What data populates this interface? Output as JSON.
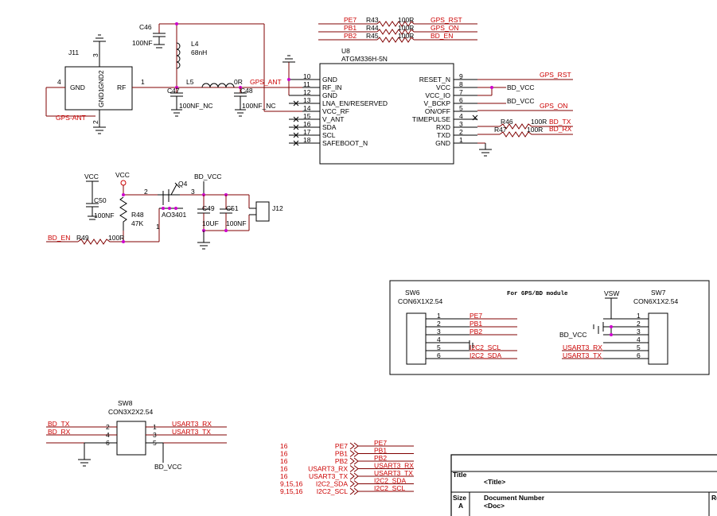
{
  "u8": {
    "ref": "U8",
    "part": "ATGM336H-5N",
    "left_pins": [
      {
        "num": "10",
        "name": "GND"
      },
      {
        "num": "11",
        "name": "RF_IN"
      },
      {
        "num": "12",
        "name": "GND"
      },
      {
        "num": "13",
        "name": "LNA_EN/RESERVED"
      },
      {
        "num": "14",
        "name": "VCC_RF"
      },
      {
        "num": "15",
        "name": "V_ANT"
      },
      {
        "num": "16",
        "name": "SDA"
      },
      {
        "num": "17",
        "name": "SCL"
      },
      {
        "num": "18",
        "name": "SAFEBOOT_N"
      }
    ],
    "right_pins": [
      {
        "num": "9",
        "name": "RESET_N"
      },
      {
        "num": "8",
        "name": "VCC"
      },
      {
        "num": "7",
        "name": "VCC_IO"
      },
      {
        "num": "6",
        "name": "V_BCKP"
      },
      {
        "num": "5",
        "name": "ON/OFF"
      },
      {
        "num": "4",
        "name": "TIMEPULSE"
      },
      {
        "num": "3",
        "name": "RXD"
      },
      {
        "num": "2",
        "name": "TXD"
      },
      {
        "num": "1",
        "name": "GND"
      }
    ]
  },
  "top_res": [
    {
      "pin": "PE7",
      "ref": "R43",
      "val": "100R",
      "net": "GPS_RST"
    },
    {
      "pin": "PB1",
      "ref": "R44",
      "val": "100R",
      "net": "GPS_ON"
    },
    {
      "pin": "PB2",
      "ref": "R45",
      "val": "100R",
      "net": "BD_EN"
    }
  ],
  "j11": {
    "ref": "J11",
    "p_gnd": "GND",
    "p_rf": "RF",
    "p_gnd2": "GND2",
    "p_gnd1": "GND1",
    "n4": "4",
    "n1": "1",
    "n3": "3",
    "n2": "2",
    "net": "GPS-ANT"
  },
  "c46": {
    "ref": "C46",
    "val": "100NF"
  },
  "l4": {
    "ref": "L4",
    "val": "68nH"
  },
  "l5": {
    "ref": "L5",
    "val": "0R"
  },
  "c47": {
    "ref": "C47",
    "val": "100NF_NC"
  },
  "c48": {
    "ref": "C48",
    "val": "100NF_NC"
  },
  "gps_ant": "GPS_ANT",
  "right_nets": {
    "gps_rst": "GPS_RST",
    "bd_vcc1": "BD_VCC",
    "bd_vcc2": "BD_VCC",
    "gps_on": "GPS_ON",
    "bd_tx": "BD_TX",
    "bd_rx": "BD_RX"
  },
  "r46": {
    "ref": "R46",
    "val": "100R"
  },
  "r47": {
    "ref": "R47",
    "val": "100R"
  },
  "pwr": {
    "vcc1": "VCC",
    "vcc2": "VCC",
    "bd_vcc": "BD_VCC",
    "c50": "C50",
    "c50v": "100NF",
    "r48": "R48",
    "r48v": "47K",
    "q4": "Q4",
    "q4p": "AO3401",
    "c49": "C49",
    "c49v": "10UF",
    "c51": "C51",
    "c51v": "100NF",
    "j12": "J12",
    "r49": "R49",
    "r49v": "100R",
    "bd_en": "BD_EN",
    "n2": "2",
    "n3": "3",
    "n1": "1"
  },
  "sw6": {
    "ref": "SW6",
    "part": "CON6X1X2.54",
    "nets": [
      "PE7",
      "PB1",
      "PB2",
      "I2C2_SCL",
      "I2C2_SDA"
    ],
    "pins": [
      "1",
      "2",
      "3",
      "4",
      "5",
      "6"
    ]
  },
  "sw7": {
    "ref": "SW7",
    "part": "CON6X1X2.54",
    "vsw": "VSW",
    "bd_vcc": "BD_VCC",
    "nets": [
      "USART3_RX",
      "USART3_TX"
    ],
    "pins": [
      "1",
      "2",
      "3",
      "4",
      "5",
      "6"
    ]
  },
  "note": "For GPS/BD module",
  "sw8": {
    "ref": "SW8",
    "part": "CON3X2X2.54",
    "left": [
      {
        "pin": "2",
        "net": "BD_TX"
      },
      {
        "pin": "4",
        "net": "BD_RX"
      },
      {
        "pin": "6",
        "net": ""
      }
    ],
    "right": [
      {
        "pin": "1",
        "net": "USART3_RX"
      },
      {
        "pin": "3",
        "net": "USART3_TX"
      },
      {
        "pin": "5",
        "net": ""
      }
    ],
    "bd_vcc": "BD_VCC"
  },
  "ports": [
    {
      "sheet": "16",
      "label": "PE7",
      "net": "PE7"
    },
    {
      "sheet": "16",
      "label": "PB1",
      "net": "PB1"
    },
    {
      "sheet": "16",
      "label": "PB2",
      "net": "PB2"
    },
    {
      "sheet": "16",
      "label": "USART3_RX",
      "net": "USART3_RX"
    },
    {
      "sheet": "16",
      "label": "USART3_TX",
      "net": "USART3_TX"
    },
    {
      "sheet": "9,15,16",
      "label": "I2C2_SDA",
      "net": "I2C2_SDA"
    },
    {
      "sheet": "9,15,16",
      "label": "I2C2_SCL",
      "net": "I2C2_SCL"
    }
  ],
  "title_block": {
    "title_label": "Title",
    "title_value": "<Title>",
    "size_label": "Size",
    "size_value": "A",
    "docnum_label": "Document Number",
    "docnum_value": "<Doc>",
    "rev_label": "Re"
  }
}
